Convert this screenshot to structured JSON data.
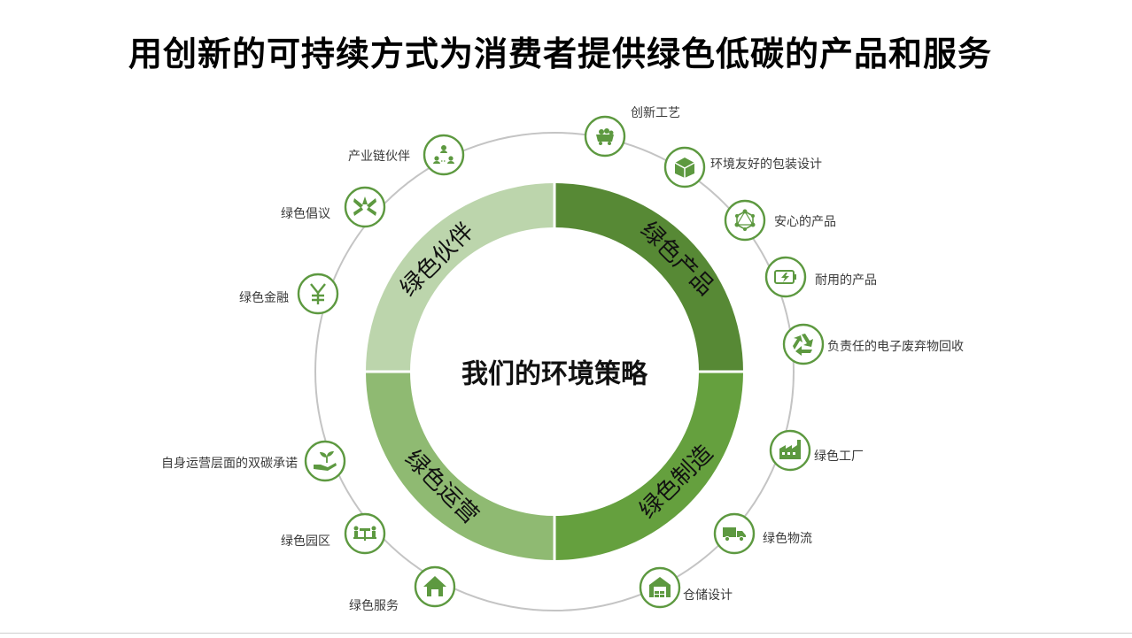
{
  "title": "用创新的可持续方式为消费者提供绿色低碳的产品和服务",
  "center_label": "我们的环境策略",
  "colors": {
    "dark_green": "#578935",
    "mid_green": "#65a03e",
    "light_green": "#8fba72",
    "pale_green": "#bcd5ac",
    "icon_green": "#5d9940",
    "ring_gray": "#c4c4c4"
  },
  "segments": [
    {
      "name": "绿色产品"
    },
    {
      "name": "绿色制造"
    },
    {
      "name": "绿色运营"
    },
    {
      "name": "绿色伙伴"
    }
  ],
  "nodes": [
    {
      "label": "创新工艺",
      "icon": "mining-cart-icon"
    },
    {
      "label": "环境友好的包装设计",
      "icon": "package-box-icon"
    },
    {
      "label": "安心的产品",
      "icon": "hexagon-network-icon"
    },
    {
      "label": "耐用的产品",
      "icon": "battery-charging-icon"
    },
    {
      "label": "负责任的电子废弃物回收",
      "icon": "recycle-icon"
    },
    {
      "label": "绿色工厂",
      "icon": "factory-icon"
    },
    {
      "label": "绿色物流",
      "icon": "delivery-truck-icon"
    },
    {
      "label": "仓储设计",
      "icon": "warehouse-icon"
    },
    {
      "label": "绿色服务",
      "icon": "house-icon"
    },
    {
      "label": "绿色园区",
      "icon": "park-people-icon"
    },
    {
      "label": "自身运营层面的双碳承诺",
      "icon": "hand-sprout-icon"
    },
    {
      "label": "绿色金融",
      "icon": "yuan-icon"
    },
    {
      "label": "绿色倡议",
      "icon": "hands-together-icon"
    },
    {
      "label": "产业链伙伴",
      "icon": "people-network-icon"
    }
  ]
}
